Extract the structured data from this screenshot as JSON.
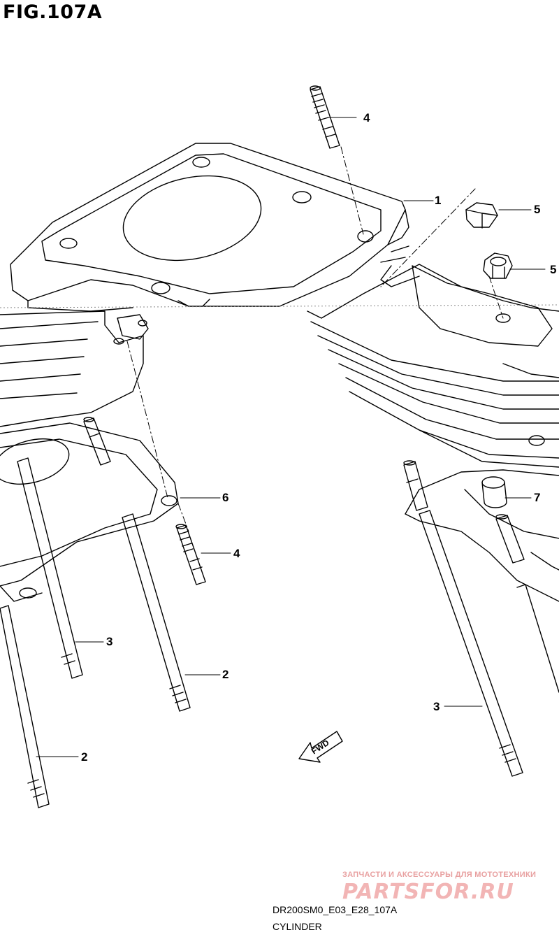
{
  "figure": {
    "title": "FIG.107A"
  },
  "callouts": [
    {
      "id": "c1",
      "label": "1"
    },
    {
      "id": "c2a",
      "label": "2"
    },
    {
      "id": "c2b",
      "label": "2"
    },
    {
      "id": "c3a",
      "label": "3"
    },
    {
      "id": "c3b",
      "label": "3"
    },
    {
      "id": "c4a",
      "label": "4"
    },
    {
      "id": "c4b",
      "label": "4"
    },
    {
      "id": "c5a",
      "label": "5"
    },
    {
      "id": "c5b",
      "label": "5"
    },
    {
      "id": "c6",
      "label": "6"
    },
    {
      "id": "c7",
      "label": "7"
    }
  ],
  "fwd_label": "FWD",
  "watermark": {
    "tagline": "ЗАПЧАСТИ И АКСЕССУАРЫ ДЛЯ МОТОТЕХНИКИ",
    "logo": "PARTSFOR.RU"
  },
  "footer": {
    "model_code": "DR200SM0_E03_E28_107A",
    "part_name": "CYLINDER"
  }
}
